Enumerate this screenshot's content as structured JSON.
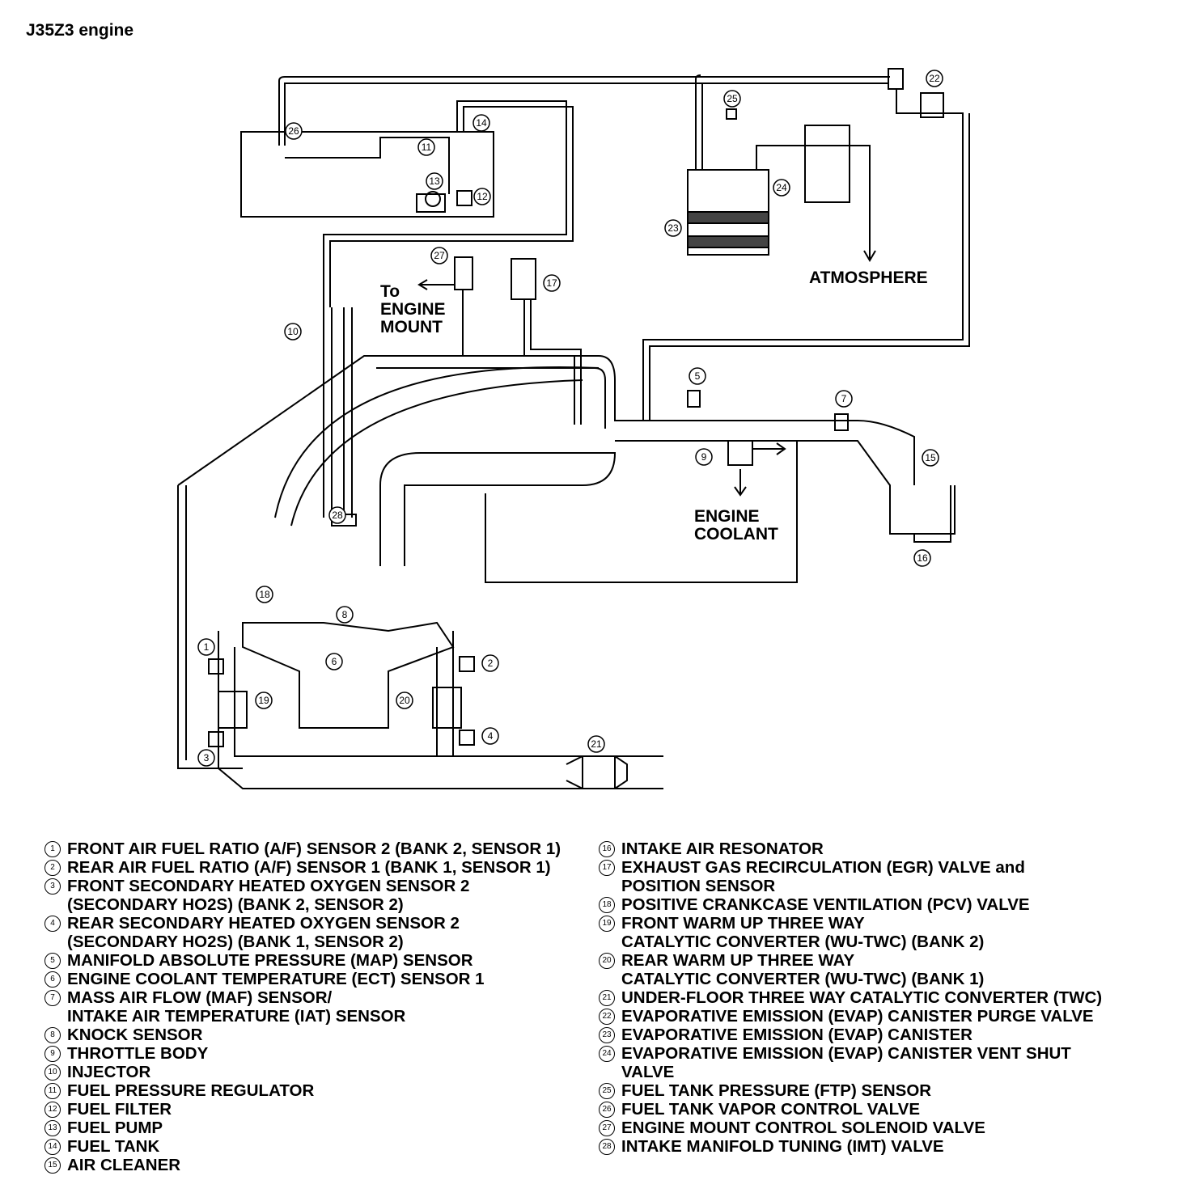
{
  "title": "J35Z3 engine",
  "labels": {
    "atmosphere": "ATMOSPHERE",
    "to_engine_mount": [
      "To",
      "ENGINE",
      "MOUNT"
    ],
    "engine_coolant": [
      "ENGINE",
      "COOLANT"
    ]
  },
  "callouts": [
    "1",
    "2",
    "3",
    "4",
    "5",
    "6",
    "7",
    "8",
    "9",
    "10",
    "11",
    "12",
    "13",
    "14",
    "15",
    "16",
    "17",
    "18",
    "19",
    "20",
    "21",
    "22",
    "23",
    "24",
    "25",
    "26",
    "27",
    "28"
  ],
  "legend_left": [
    {
      "n": "1",
      "text": "FRONT AIR FUEL RATIO (A/F) SENSOR 2 (BANK 2, SENSOR 1)"
    },
    {
      "n": "2",
      "text": "REAR AIR FUEL RATIO (A/F) SENSOR 1 (BANK 1, SENSOR 1)"
    },
    {
      "n": "3",
      "text": "FRONT SECONDARY HEATED OXYGEN SENSOR 2\n(SECONDARY HO2S) (BANK 2, SENSOR 2)"
    },
    {
      "n": "4",
      "text": "REAR SECONDARY HEATED OXYGEN SENSOR 2\n(SECONDARY HO2S) (BANK 1, SENSOR 2)"
    },
    {
      "n": "5",
      "text": "MANIFOLD ABSOLUTE PRESSURE (MAP) SENSOR"
    },
    {
      "n": "6",
      "text": "ENGINE COOLANT TEMPERATURE (ECT) SENSOR 1"
    },
    {
      "n": "7",
      "text": "MASS AIR FLOW (MAF) SENSOR/\nINTAKE AIR TEMPERATURE (IAT) SENSOR"
    },
    {
      "n": "8",
      "text": "KNOCK SENSOR"
    },
    {
      "n": "9",
      "text": "THROTTLE BODY"
    },
    {
      "n": "10",
      "text": "INJECTOR"
    },
    {
      "n": "11",
      "text": "FUEL PRESSURE REGULATOR"
    },
    {
      "n": "12",
      "text": "FUEL FILTER"
    },
    {
      "n": "13",
      "text": "FUEL PUMP"
    },
    {
      "n": "14",
      "text": "FUEL TANK"
    },
    {
      "n": "15",
      "text": "AIR CLEANER"
    }
  ],
  "legend_right": [
    {
      "n": "16",
      "text": "INTAKE AIR RESONATOR"
    },
    {
      "n": "17",
      "text": "EXHAUST GAS RECIRCULATION (EGR) VALVE and\nPOSITION SENSOR"
    },
    {
      "n": "18",
      "text": "POSITIVE CRANKCASE VENTILATION (PCV) VALVE"
    },
    {
      "n": "19",
      "text": "FRONT WARM UP THREE WAY\nCATALYTIC CONVERTER (WU-TWC) (BANK 2)"
    },
    {
      "n": "20",
      "text": "REAR WARM UP THREE WAY\nCATALYTIC CONVERTER (WU-TWC) (BANK 1)"
    },
    {
      "n": "21",
      "text": "UNDER-FLOOR THREE WAY CATALYTIC CONVERTER (TWC)"
    },
    {
      "n": "22",
      "text": "EVAPORATIVE EMISSION (EVAP) CANISTER PURGE VALVE"
    },
    {
      "n": "23",
      "text": "EVAPORATIVE EMISSION (EVAP) CANISTER"
    },
    {
      "n": "24",
      "text": "EVAPORATIVE EMISSION (EVAP) CANISTER VENT SHUT\nVALVE"
    },
    {
      "n": "25",
      "text": "FUEL TANK PRESSURE (FTP) SENSOR"
    },
    {
      "n": "26",
      "text": "FUEL TANK VAPOR CONTROL VALVE"
    },
    {
      "n": "27",
      "text": "ENGINE MOUNT CONTROL SOLENOID VALVE"
    },
    {
      "n": "28",
      "text": "INTAKE MANIFOLD TUNING (IMT) VALVE"
    }
  ]
}
